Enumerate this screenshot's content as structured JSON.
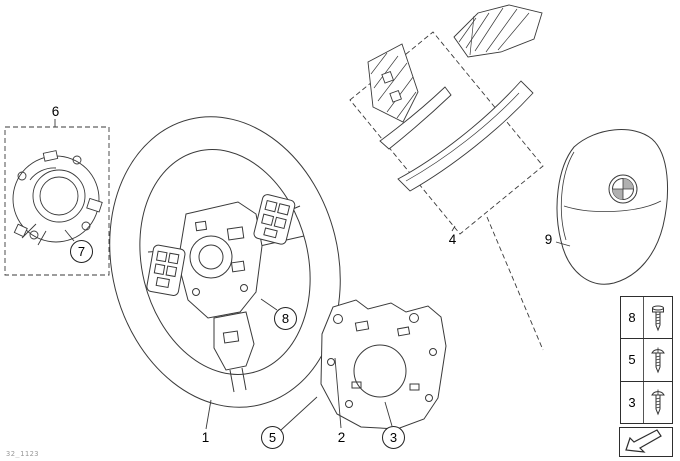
{
  "page": {
    "part_code": "32_1123",
    "background": "#ffffff",
    "line_color": "#3a3a3a"
  },
  "callouts": {
    "c1": "1",
    "c2": "2",
    "c3": "3",
    "c4": "4",
    "c5": "5",
    "c6": "6",
    "c7": "7",
    "c8": "8",
    "c9": "9"
  },
  "hardware_panel": {
    "rows": [
      {
        "label": "8",
        "icon": "hex-bolt-icon"
      },
      {
        "label": "5",
        "icon": "pan-head-screw-icon"
      },
      {
        "label": "3",
        "icon": "pan-head-screw-icon"
      }
    ]
  },
  "direction_box": {
    "icon": "forward-arrow-icon"
  }
}
